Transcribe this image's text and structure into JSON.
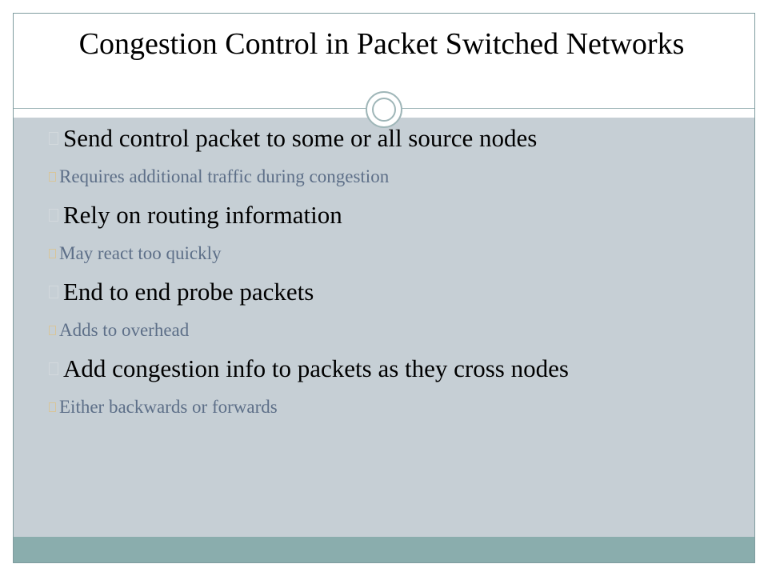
{
  "slide": {
    "title": "Congestion Control in Packet Switched Networks",
    "colors": {
      "content_background": "#c6cfd5",
      "footer_band": "#8aadad",
      "border": "#7f9c9f",
      "sub_bullet_text": "#5d6f88"
    },
    "bullets": [
      {
        "text": "Send control packet to some or all source nodes",
        "sub": "Requires additional traffic during congestion"
      },
      {
        "text": "Rely on routing information",
        "sub": "May react too quickly"
      },
      {
        "text": "End to end probe packets",
        "sub": "Adds to overhead"
      },
      {
        "text": "Add congestion info to packets as they cross nodes",
        "sub": "Either backwards or forwards"
      }
    ]
  }
}
